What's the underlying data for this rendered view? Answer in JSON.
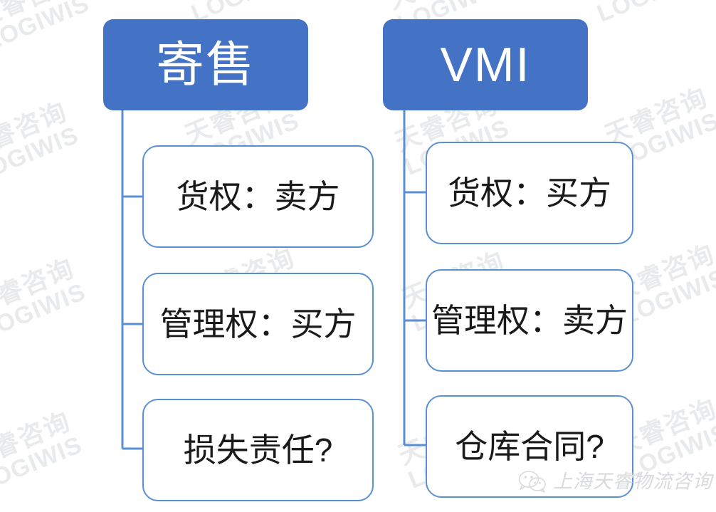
{
  "diagram": {
    "type": "tree-comparison",
    "background_color": "#ffffff",
    "accent_color": "#4472c4",
    "child_border_color": "#5b8fd4",
    "child_text_color": "#1a1a1a",
    "branches": [
      {
        "id": "consignment",
        "root_label": "寄售",
        "children": [
          {
            "label": "货权：卖方"
          },
          {
            "label": "管理权：买方"
          },
          {
            "label": "损失责任?"
          }
        ]
      },
      {
        "id": "vmi",
        "root_label": "VMI",
        "children": [
          {
            "label": "货权：买方"
          },
          {
            "label": "管理权：卖方"
          },
          {
            "label": "仓库合同?"
          }
        ]
      }
    ]
  },
  "watermark": {
    "line_cn": "天睿咨询",
    "line_en": "LOGIWIS",
    "color": "#e9eaec"
  },
  "attribution": {
    "icon": "wechat-icon",
    "text": "上海天睿物流咨询",
    "color": "#d9dade"
  }
}
